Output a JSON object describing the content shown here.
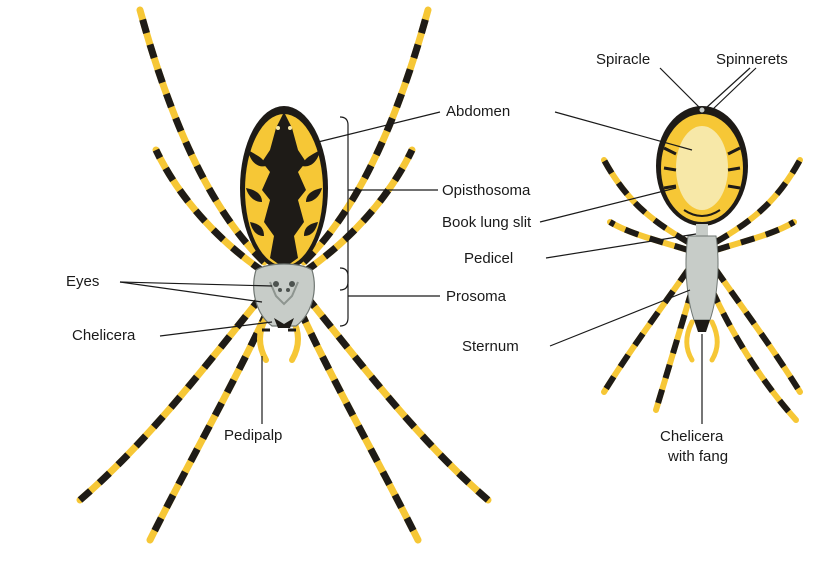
{
  "colors": {
    "yellow": "#f6c736",
    "pale_yellow": "#f7e8a8",
    "black": "#1e1b17",
    "gray_prosoma": "#c7ccc8",
    "gray_dark": "#8e9590"
  },
  "dorsal_view": {
    "labels": {
      "abdomen": "Abdomen",
      "opisthosoma": "Opisthosoma",
      "prosoma": "Prosoma",
      "eyes": "Eyes",
      "chelicera": "Chelicera",
      "pedipalp": "Pedipalp"
    }
  },
  "ventral_view": {
    "labels": {
      "spiracle": "Spiracle",
      "spinnerets": "Spinnerets",
      "book_lung_slit": "Book lung slit",
      "pedicel": "Pedicel",
      "sternum": "Sternum",
      "chelicera_line1": "Chelicera",
      "chelicera_line2": "with fang"
    }
  }
}
